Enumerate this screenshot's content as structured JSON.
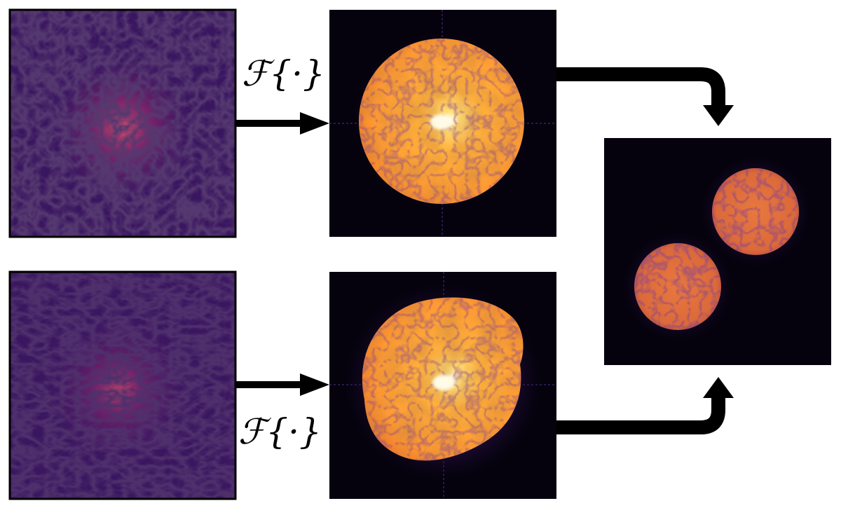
{
  "operator_top": "ℱ{·}",
  "operator_bottom": "ℱ{·}",
  "colors": {
    "background": "#ffffff",
    "arrow": "#000000",
    "panel_bg": "#05020d",
    "hologram_base": "#3a1660",
    "hologram_dark": "#120822",
    "hologram_center": "#d9486a",
    "disk_edge": "#ff8a2c",
    "disk_mid": "#ffae3a",
    "disk_core": "#fff6c8",
    "recon_disk": "#e2733c",
    "recon_dark": "#3a1450"
  },
  "panels": [
    {
      "id": "hologram-top",
      "kind": "hologram"
    },
    {
      "id": "fourier-top",
      "kind": "fourier-disk"
    },
    {
      "id": "hologram-bottom",
      "kind": "hologram"
    },
    {
      "id": "fourier-bottom",
      "kind": "fourier-disk-double"
    },
    {
      "id": "reconstruction",
      "kind": "reconstruction-two-disks"
    }
  ]
}
